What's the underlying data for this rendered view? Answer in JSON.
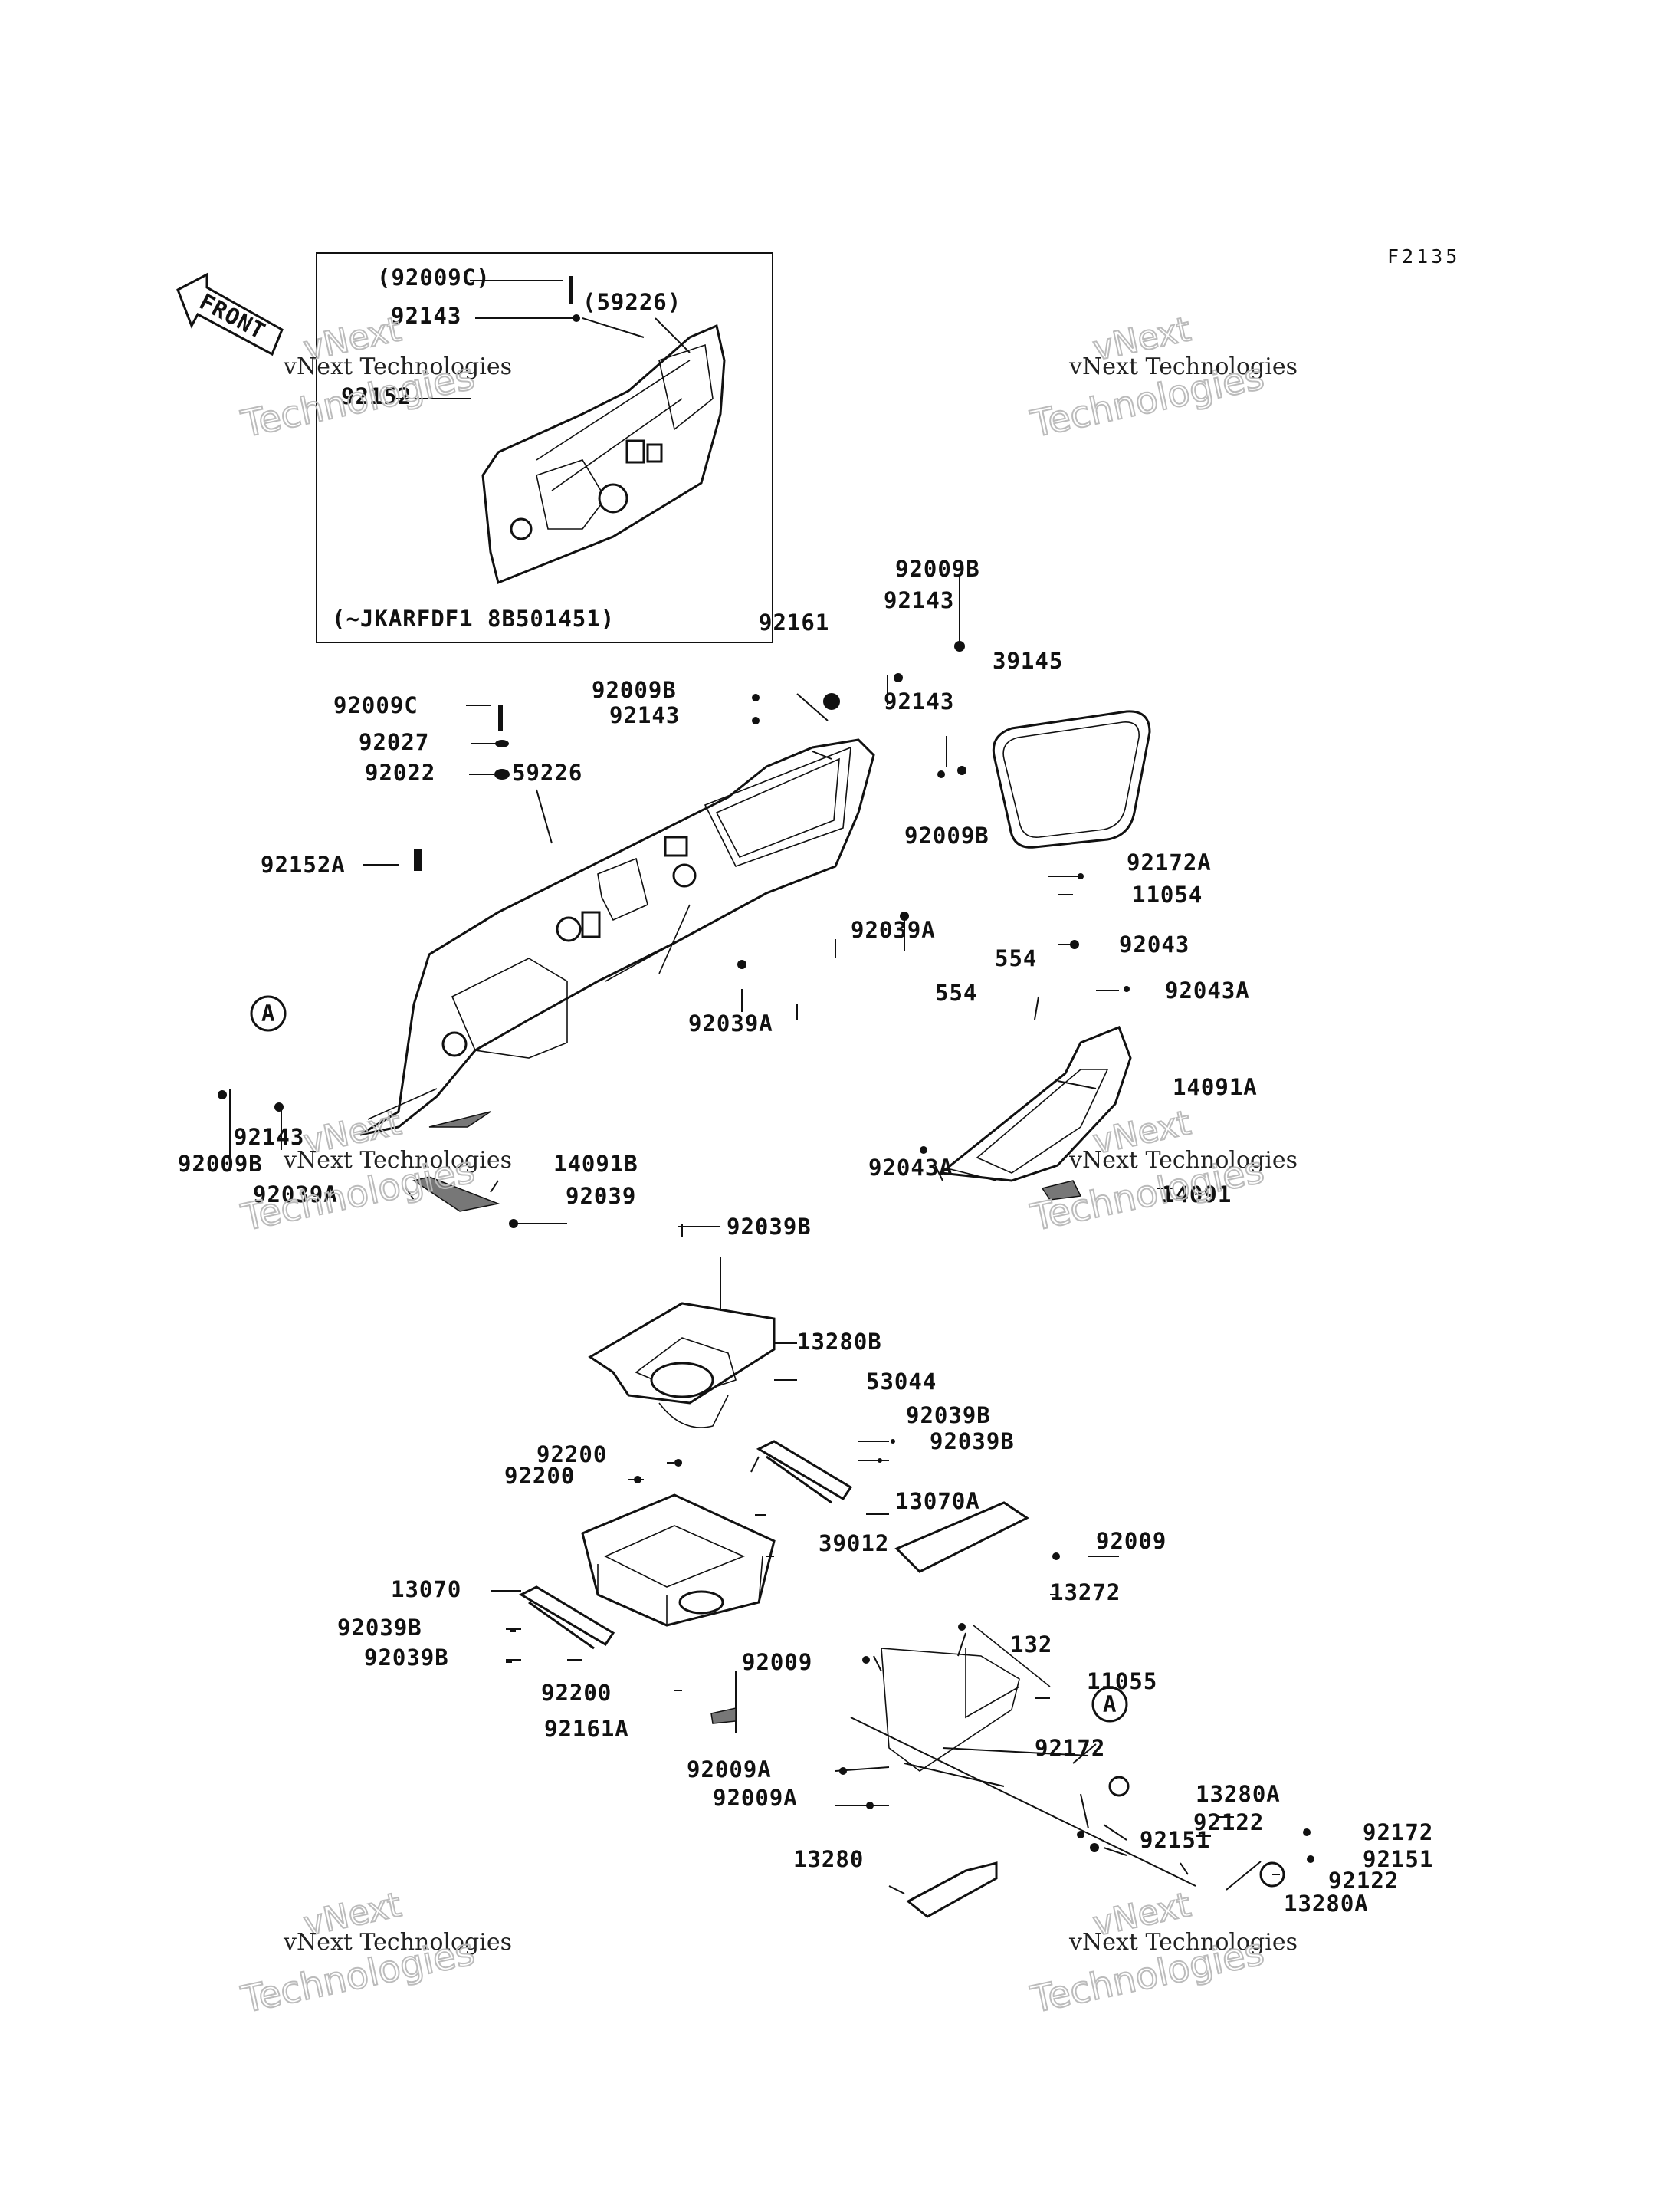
{
  "figure_code": "F2135",
  "front_arrow": "FRONT",
  "inset_note": "(~JKARFDF1 8B501451)",
  "watermark": {
    "line1": "vNext Technologies",
    "line2": "vNext",
    "line3": "Technologies"
  },
  "labels": {
    "l01": "(92009C)",
    "l02": "92143",
    "l03": "(59226)",
    "l04": "92152",
    "l05": "92009B",
    "l06": "92143",
    "l07": "92161",
    "l08": "39145",
    "l09": "92009C",
    "l10": "92009B",
    "l11": "92143",
    "l12": "92143",
    "l13": "92027",
    "l14": "92022",
    "l15": "59226",
    "l16": "92009B",
    "l17": "92152A",
    "l18": "92172A",
    "l19": "11054",
    "l20": "92039A",
    "l21": "92043",
    "l22": "554",
    "l23": "554",
    "l24": "92043A",
    "l25": "A",
    "l26": "92039A",
    "l27": "14091A",
    "l28": "92143",
    "l29": "92009B",
    "l30": "92043A",
    "l31": "14091B",
    "l32": "92039A",
    "l33": "92039",
    "l34": "14091",
    "l35": "92039B",
    "l36": "13280B",
    "l37": "53044",
    "l38": "92039B",
    "l39": "92039B",
    "l40": "92200",
    "l41": "92200",
    "l42": "13070A",
    "l43": "39012",
    "l44": "92009",
    "l45": "13070",
    "l46": "13272",
    "l47": "92039B",
    "l48": "92039B",
    "l49": "132",
    "l50": "92009",
    "l51": "11055",
    "l52": "92200",
    "l53": "A",
    "l54": "92161A",
    "l55": "92172",
    "l56": "92009A",
    "l57": "92009A",
    "l58": "13280A",
    "l59": "92122",
    "l60": "92151",
    "l61": "92172",
    "l62": "13280",
    "l63": "92151",
    "l64": "92122",
    "l65": "13280A"
  }
}
